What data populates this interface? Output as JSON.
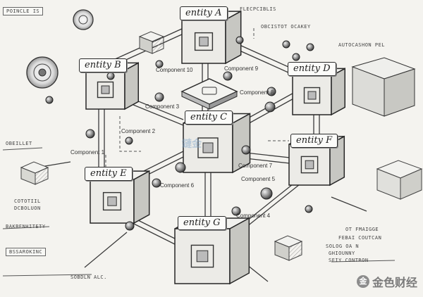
{
  "entities": [
    {
      "id": "A",
      "label": "entity A"
    },
    {
      "id": "B",
      "label": "entity B"
    },
    {
      "id": "C",
      "label": "entity C"
    },
    {
      "id": "D",
      "label": "entity D"
    },
    {
      "id": "E",
      "label": "entity E"
    },
    {
      "id": "F",
      "label": "entity F"
    },
    {
      "id": "G",
      "label": "entity G"
    }
  ],
  "components": [
    {
      "id": "c1",
      "label": "Component 1"
    },
    {
      "id": "c2",
      "label": "Component 2"
    },
    {
      "id": "c3",
      "label": "Component 3"
    },
    {
      "id": "c4",
      "label": "Component 4"
    },
    {
      "id": "c5",
      "label": "Component 5"
    },
    {
      "id": "c6",
      "label": "Component 6"
    },
    {
      "id": "c7",
      "label": "Component 7"
    },
    {
      "id": "c8",
      "label": "Component 8"
    },
    {
      "id": "c9",
      "label": "Component 9"
    },
    {
      "id": "c10",
      "label": "Component 10"
    }
  ],
  "notes": {
    "top_left": "POINCLE IS",
    "top_right_a": "FLECPCIBLIS",
    "top_right_b": "OBCISTOT OCAKEY",
    "far_right": "AUTOCASHON PEL",
    "left_1": "OBEILLET",
    "left_2": "COTOTIIL",
    "left_3": "DCBOLUON",
    "left_4": "BAKBENHITETY",
    "bottom_left_1": "BSSAROKINC",
    "bottom_left_2": "SOBDLN ALC.",
    "bottom_right_1": "OT FMAIGGE",
    "bottom_right_2": "FEBAI COUTCAN",
    "bottom_right_3": "SOLOG OA N",
    "bottom_right_4": "GHIOUNNY",
    "bottom_right_5": "SEIY CONTRON"
  },
  "watermark": {
    "center": "鏈金",
    "brand": "金色财经",
    "logo_char": "金"
  }
}
